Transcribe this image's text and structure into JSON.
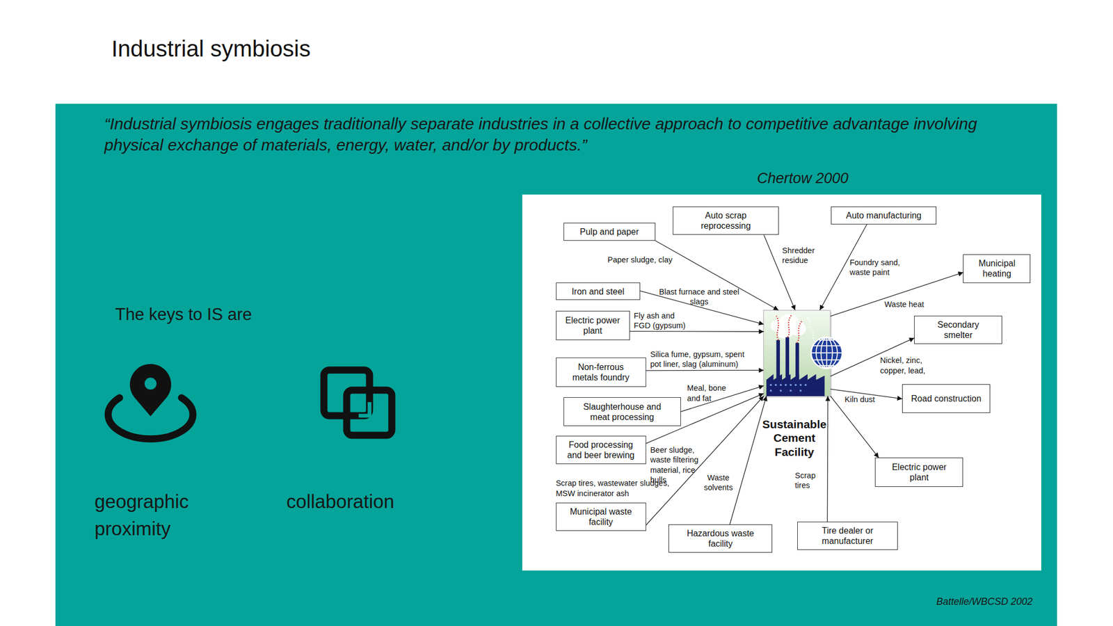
{
  "diagram": {
    "title": "Industrial symbiosis",
    "nodes": [
      {
        "text": [
          "Pulp and paper"
        ]
      },
      {
        "text": [
          "Auto scrap reprocessing"
        ]
      },
      {
        "text": [
          "Auto manufacturing"
        ]
      },
      {
        "text": [
          "Municipal heating"
        ]
      },
      {
        "text": [
          "Iron and steel"
        ]
      },
      {
        "text": [
          "Electric power plant"
        ]
      },
      {
        "text": [
          "Secondary smelter"
        ]
      },
      {
        "text": [
          "Sustainable Cement Facility"
        ]
      },
      {
        "text": [
          "Non-ferrous metals foundry"
        ]
      },
      {
        "text": [
          "Slaughterhouse and meat processing"
        ]
      },
      {
        "text": [
          "Road construction"
        ]
      },
      {
        "text": [
          "Food processing and beer brewing"
        ]
      },
      {
        "text": [
          "Electric power plant"
        ]
      },
      {
        "text": [
          "Municipal waste facility"
        ]
      },
      {
        "text": [
          "Hazardous waste facility"
        ]
      },
      {
        "text": [
          "Tire dealer or manufacturer"
        ]
      }
    ],
    "edges": [
      {
        "from": 0,
        "to": 7,
        "label": "Paper sludge, clay",
        "arrow": "to"
      },
      {
        "from": 1,
        "to": 7,
        "label": "Shredder residue",
        "arrow": "to"
      },
      {
        "from": 2,
        "to": 7,
        "label": "Foundry sand, waste paint",
        "arrow": "to"
      },
      {
        "from": 7,
        "to": 3,
        "label": "Waste heat",
        "arrow": "to"
      },
      {
        "from": 4,
        "to": 7,
        "label": "Blast furnace and steel slags",
        "arrow": "to"
      },
      {
        "from": 5,
        "to": 7,
        "label": "Fly ash and FGD (gypsum)",
        "arrow": "to"
      },
      {
        "from": 7,
        "to": 6,
        "label": "Nickel, zinc, copper, lead,",
        "arrow": "to"
      },
      {
        "from": 8,
        "to": 7,
        "label": "Silica fume, gypsum, spent pot liner, slag (aluminum)",
        "arrow": "to"
      },
      {
        "from": 9,
        "to": 7,
        "label": "Meal, bone and fat",
        "arrow": "to"
      },
      {
        "from": 7,
        "to": 10,
        "label": "Kiln dust",
        "arrow": "to"
      },
      {
        "from": 11,
        "to": 7,
        "label": "Beer sludge, waste filtering material, rice hulls",
        "arrow": "to"
      },
      {
        "from": 7,
        "to": 12,
        "arrow": "to"
      },
      {
        "from": 13,
        "to": 7,
        "label": "Scrap tires, wastewater sludges, MSW incinerator ash",
        "arrow": "to"
      },
      {
        "from": 14,
        "to": 7,
        "label": "Waste solvents",
        "arrow": "to"
      },
      {
        "from": 15,
        "to": 7,
        "label": "Scrap tires",
        "arrow": "to"
      }
    ],
    "labels": [
      "“Industrial symbiosis engages traditionally separate industries in a collective approach to competitive advantage involving physical exchange of materials, energy, water, and/or by products.”",
      "Chertow 2000",
      "The keys to IS are",
      "geographic proximity",
      "collaboration",
      "Battelle/WBCSD 2002"
    ]
  }
}
